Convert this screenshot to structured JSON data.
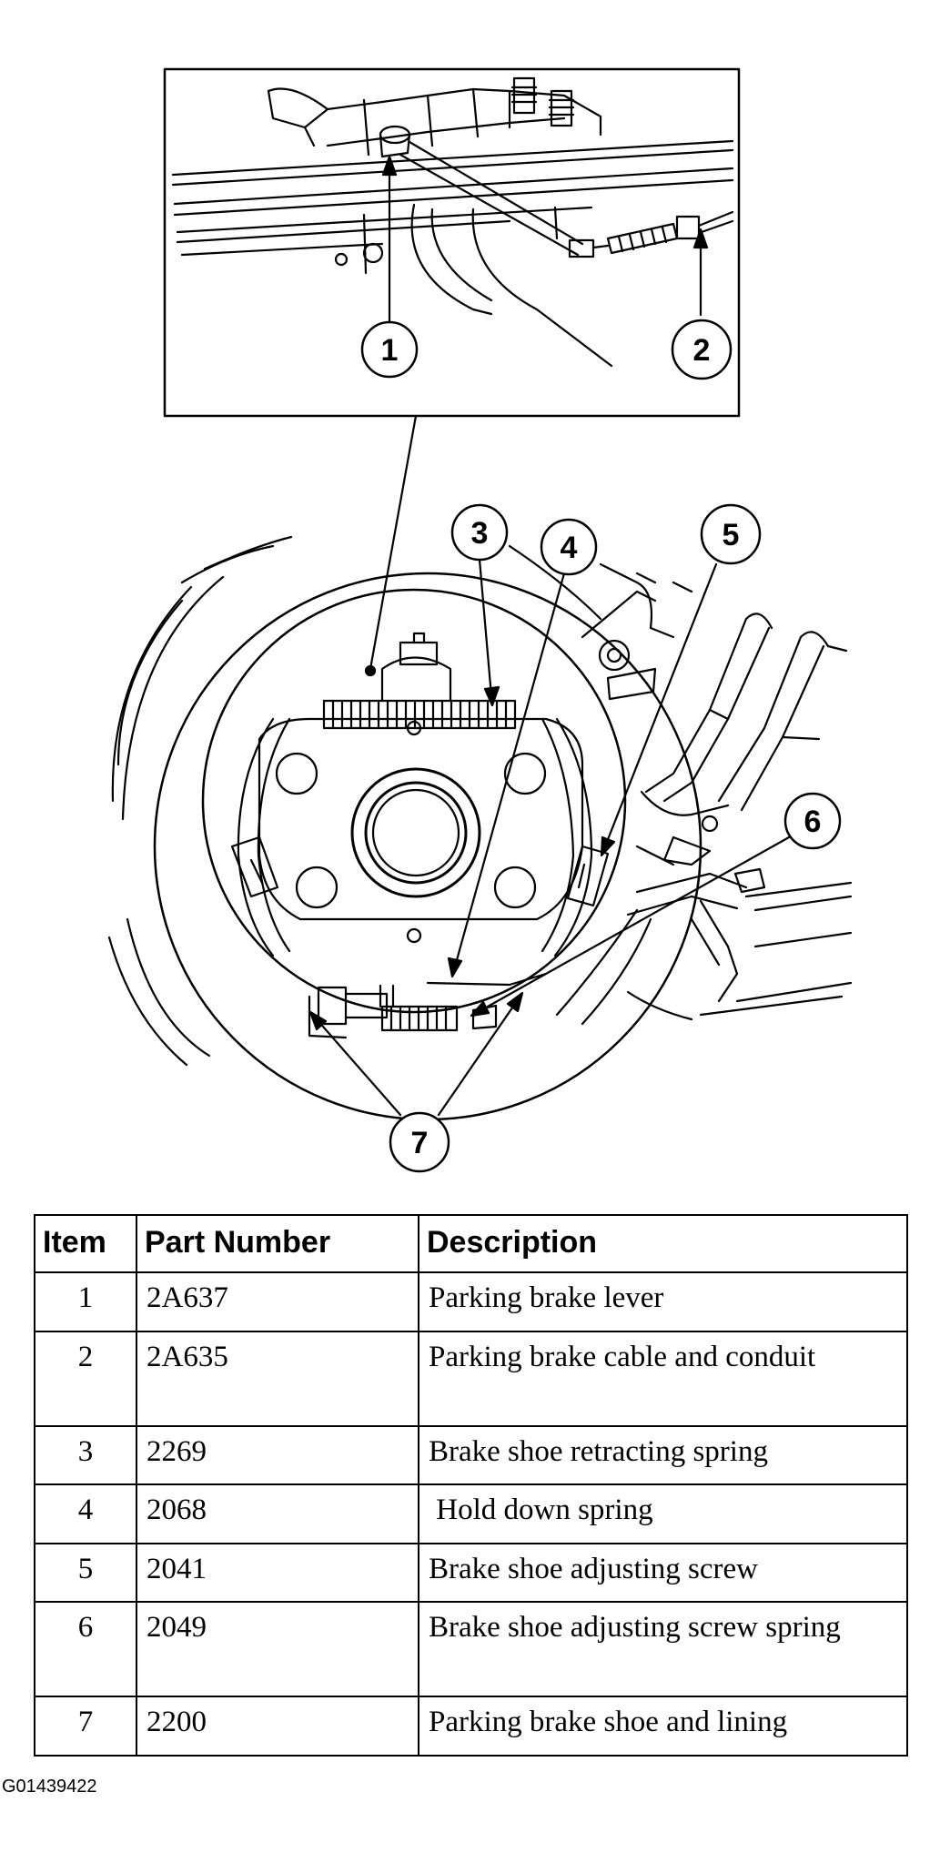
{
  "callouts": [
    "1",
    "2",
    "3",
    "4",
    "5",
    "6",
    "7"
  ],
  "table": {
    "headers": [
      "Item",
      "Part Number",
      "Description"
    ],
    "rows": [
      {
        "item": "1",
        "part": "2A637",
        "description": "Parking brake lever"
      },
      {
        "item": "2",
        "part": "2A635",
        "description": "Parking brake cable and conduit"
      },
      {
        "item": "3",
        "part": "2269",
        "description": "Brake shoe retracting spring"
      },
      {
        "item": "4",
        "part": "2068",
        "description": " Hold down spring"
      },
      {
        "item": "5",
        "part": "2041",
        "description": "Brake shoe adjusting screw"
      },
      {
        "item": "6",
        "part": "2049",
        "description": "Brake shoe adjusting screw spring"
      },
      {
        "item": "7",
        "part": "2200",
        "description": "Parking brake shoe and lining"
      }
    ]
  },
  "figure_code": "G01439422"
}
